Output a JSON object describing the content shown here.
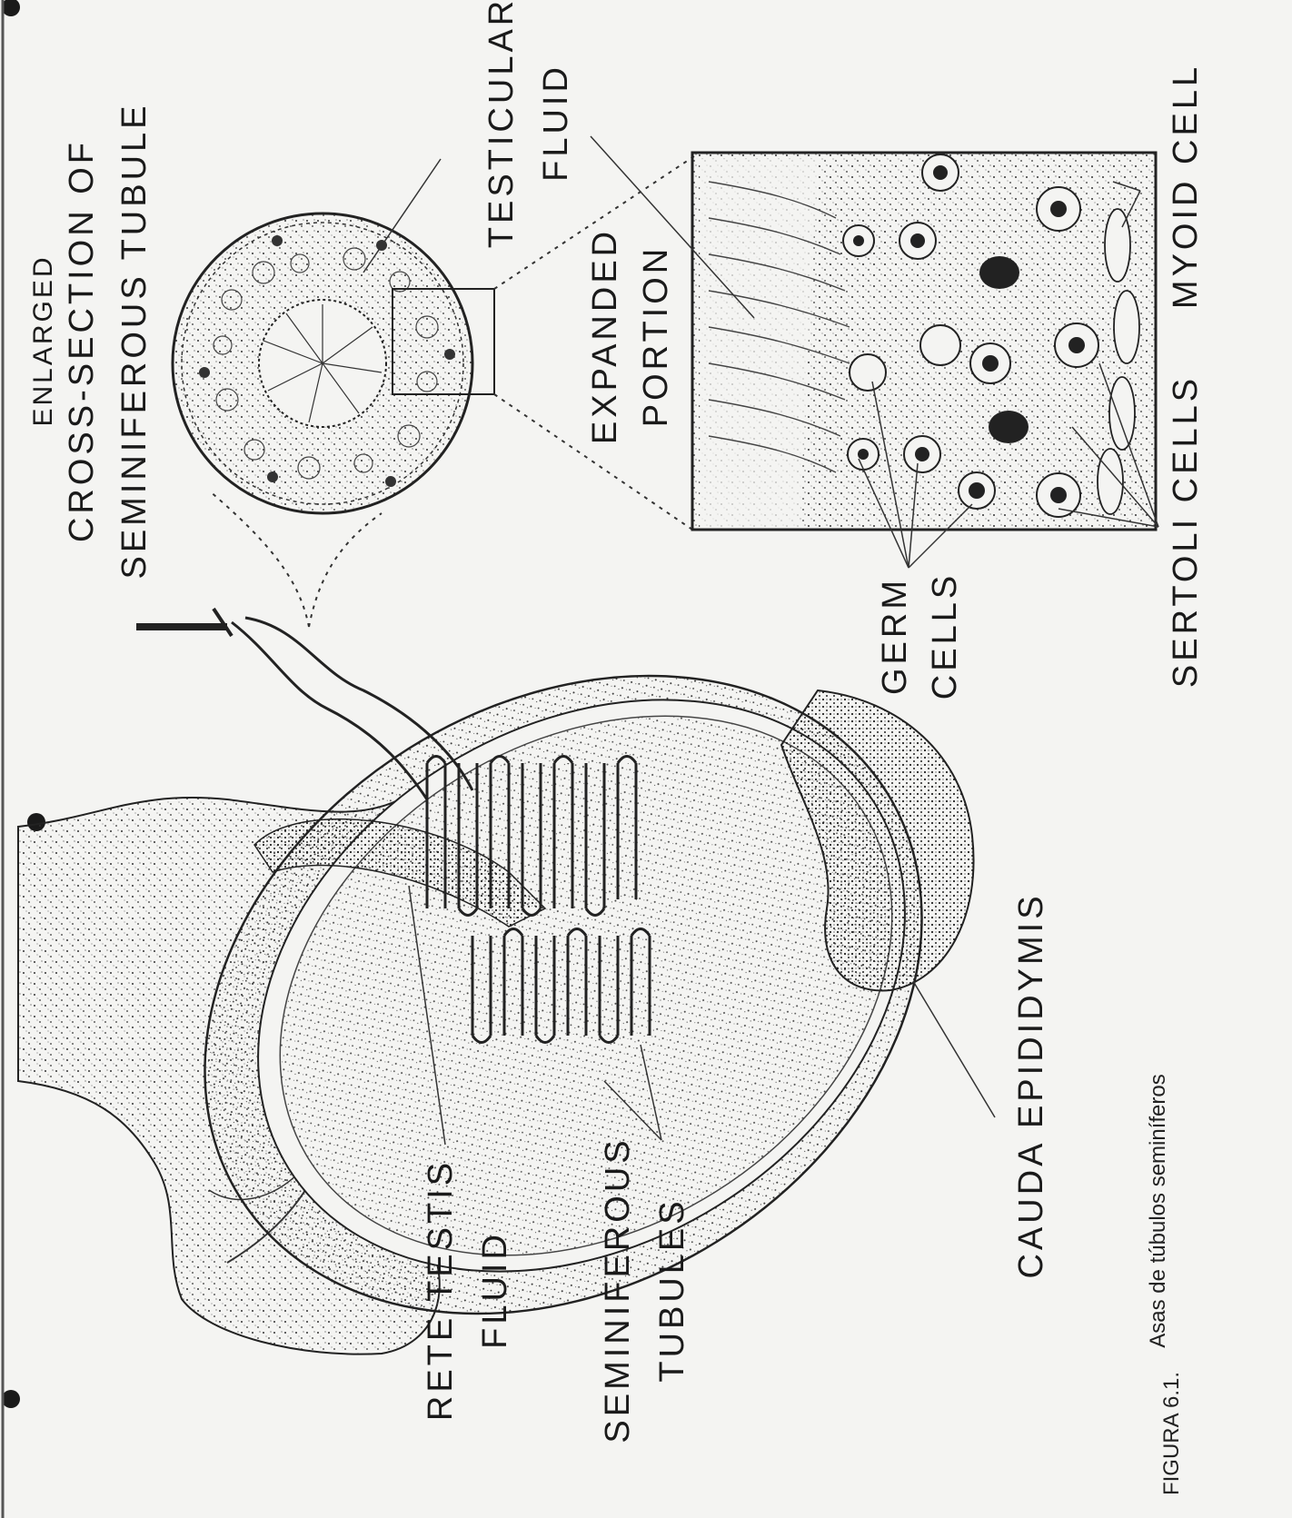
{
  "labels": {
    "enlarged": "ENLARGED",
    "cross_section_line1": "CROSS-SECTION OF",
    "cross_section_line2": "SEMINIFEROUS TUBULE",
    "testicular": "TESTICULAR",
    "fluid_1": "FLUID",
    "expanded": "EXPANDED",
    "portion": "PORTION",
    "myoid_cell": "MYOID CELL",
    "sertoli_cells": "SERTOLI CELLS",
    "germ": "GERM",
    "cells": "CELLS",
    "cauda_epididymis": "CAUDA EPIDIDYMIS",
    "rete_testis": "RETE TESTIS",
    "fluid_2": "FLUID",
    "seminiferous": "SEMINIFEROUS",
    "tubules": "TUBULES"
  },
  "caption": {
    "figure": "FIGURA 6.1.",
    "text": "Asas de túbulos seminíferos"
  }
}
